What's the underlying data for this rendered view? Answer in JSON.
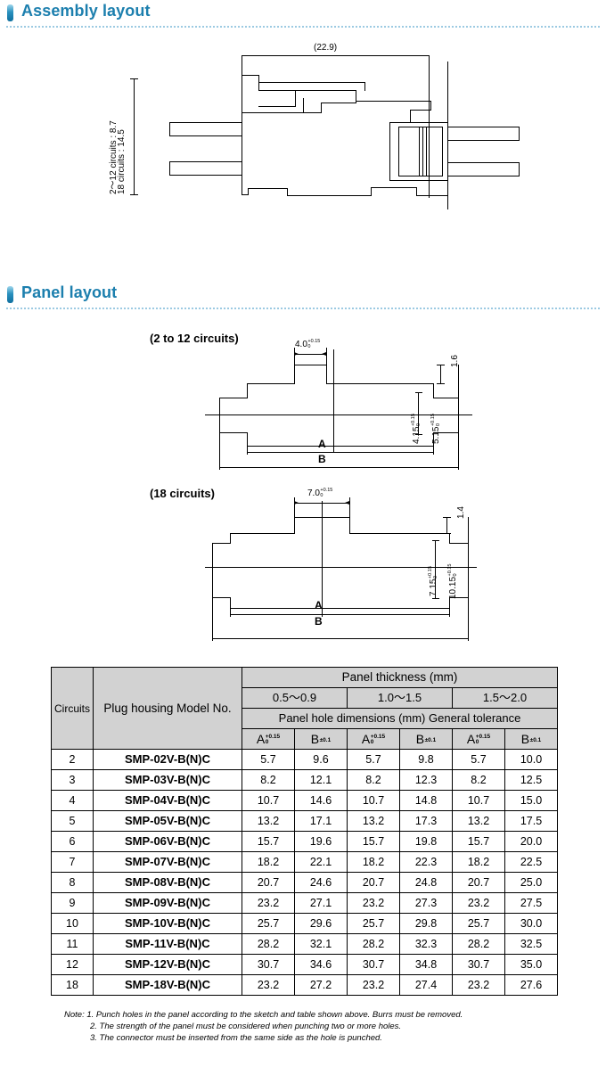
{
  "sections": {
    "assembly": {
      "title": "Assembly layout"
    },
    "panel": {
      "title": "Panel layout"
    }
  },
  "assembly_drawing": {
    "width_label": "(22.9)",
    "height_label_1": "2〜12 circuits : 8.7",
    "height_label_2": "18 circuits : 14.5"
  },
  "panel_small": {
    "caption": "(2 to 12 circuits)",
    "top_width": "4.0",
    "top_width_tol_plus": "+0.15",
    "top_width_tol_minus": "0",
    "right_small": "1.6",
    "inner_height": "4.15",
    "inner_height_tol_plus": "+0.15",
    "inner_height_tol_minus": "0",
    "outer_height": "5.15",
    "outer_height_tol_plus": "+0.15",
    "outer_height_tol_minus": "0",
    "dim_a": "A",
    "dim_b": "B"
  },
  "panel_large": {
    "caption": "(18 circuits)",
    "top_width": "7.0",
    "top_width_tol_plus": "+0.15",
    "top_width_tol_minus": "0",
    "right_small": "1.4",
    "inner_height": "7.15",
    "inner_height_tol_plus": "+0.15",
    "inner_height_tol_minus": "0",
    "outer_height": "10.15",
    "outer_height_tol_plus": "+0.15",
    "outer_height_tol_minus": "0",
    "dim_a": "A",
    "dim_b": "B"
  },
  "table": {
    "headers": {
      "circuits": "Circuits",
      "model": "Plug housing Model No.",
      "panel_thickness": "Panel thickness (mm)",
      "thickness_ranges": [
        "0.5〜0.9",
        "1.0〜1.5",
        "1.5〜2.0"
      ],
      "hole_dimensions": "Panel hole dimensions (mm) General tolerance",
      "col_a": "A",
      "col_a_tol_plus": "+0.15",
      "col_a_tol_minus": "0",
      "col_b": "B",
      "col_b_tol": "±0.1"
    },
    "rows": [
      {
        "circuits": "2",
        "model": "SMP-02V-B(N)C",
        "values": [
          "5.7",
          "9.6",
          "5.7",
          "9.8",
          "5.7",
          "10.0"
        ]
      },
      {
        "circuits": "3",
        "model": "SMP-03V-B(N)C",
        "values": [
          "8.2",
          "12.1",
          "8.2",
          "12.3",
          "8.2",
          "12.5"
        ]
      },
      {
        "circuits": "4",
        "model": "SMP-04V-B(N)C",
        "values": [
          "10.7",
          "14.6",
          "10.7",
          "14.8",
          "10.7",
          "15.0"
        ]
      },
      {
        "circuits": "5",
        "model": "SMP-05V-B(N)C",
        "values": [
          "13.2",
          "17.1",
          "13.2",
          "17.3",
          "13.2",
          "17.5"
        ]
      },
      {
        "circuits": "6",
        "model": "SMP-06V-B(N)C",
        "values": [
          "15.7",
          "19.6",
          "15.7",
          "19.8",
          "15.7",
          "20.0"
        ]
      },
      {
        "circuits": "7",
        "model": "SMP-07V-B(N)C",
        "values": [
          "18.2",
          "22.1",
          "18.2",
          "22.3",
          "18.2",
          "22.5"
        ]
      },
      {
        "circuits": "8",
        "model": "SMP-08V-B(N)C",
        "values": [
          "20.7",
          "24.6",
          "20.7",
          "24.8",
          "20.7",
          "25.0"
        ]
      },
      {
        "circuits": "9",
        "model": "SMP-09V-B(N)C",
        "values": [
          "23.2",
          "27.1",
          "23.2",
          "27.3",
          "23.2",
          "27.5"
        ]
      },
      {
        "circuits": "10",
        "model": "SMP-10V-B(N)C",
        "values": [
          "25.7",
          "29.6",
          "25.7",
          "29.8",
          "25.7",
          "30.0"
        ]
      },
      {
        "circuits": "11",
        "model": "SMP-11V-B(N)C",
        "values": [
          "28.2",
          "32.1",
          "28.2",
          "32.3",
          "28.2",
          "32.5"
        ]
      },
      {
        "circuits": "12",
        "model": "SMP-12V-B(N)C",
        "values": [
          "30.7",
          "34.6",
          "30.7",
          "34.8",
          "30.7",
          "35.0"
        ]
      },
      {
        "circuits": "18",
        "model": "SMP-18V-B(N)C",
        "values": [
          "23.2",
          "27.2",
          "23.2",
          "27.4",
          "23.2",
          "27.6"
        ]
      }
    ]
  },
  "notes": {
    "line1": "Note: 1. Punch holes in the panel according to the sketch and table shown above. Burrs must be removed.",
    "line2": "2. The strength of the panel must be considered when punching two or more holes.",
    "line3": "3. The connector must be inserted from the same side as the hole is punched."
  }
}
